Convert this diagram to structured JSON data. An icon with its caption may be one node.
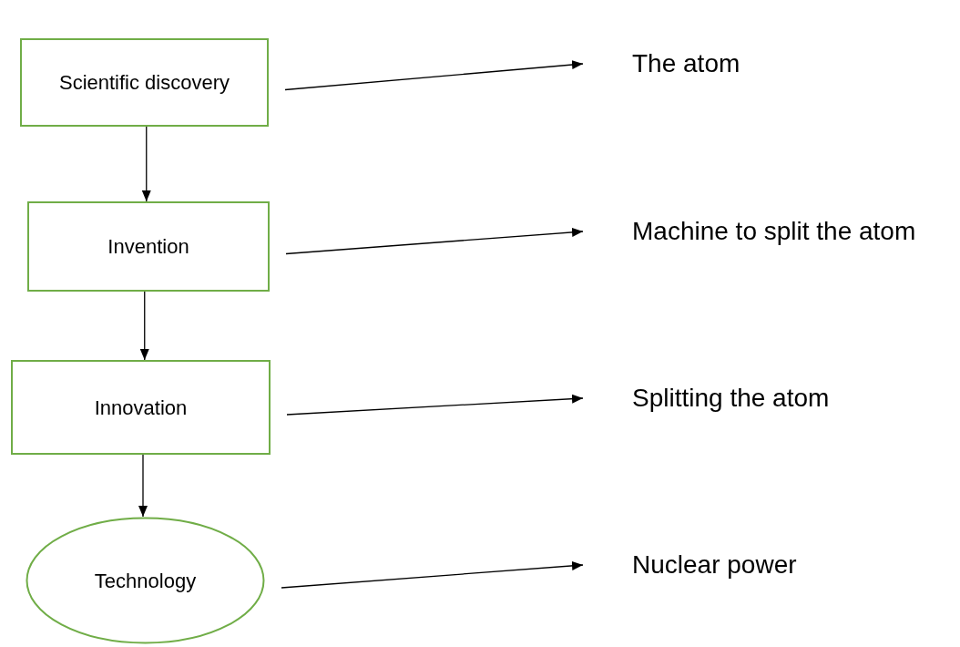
{
  "diagram": {
    "nodes": [
      {
        "text": [
          "Scientific discovery"
        ]
      },
      {
        "text": [
          "Invention"
        ]
      },
      {
        "text": [
          "Innovation"
        ]
      },
      {
        "text": [
          "Technology"
        ]
      },
      {
        "text": [
          "The atom"
        ]
      },
      {
        "text": [
          "Machine to split the atom"
        ]
      },
      {
        "text": [
          "Splitting the atom"
        ]
      },
      {
        "text": [
          "Nuclear power"
        ]
      }
    ],
    "edges": [
      {
        "from": 0,
        "to": 1,
        "arrow": "to"
      },
      {
        "from": 1,
        "to": 2,
        "arrow": "to"
      },
      {
        "from": 2,
        "to": 3,
        "arrow": "to"
      },
      {
        "from": 0,
        "to": 4,
        "arrow": "to"
      },
      {
        "from": 1,
        "to": 5,
        "arrow": "to"
      },
      {
        "from": 2,
        "to": 6,
        "arrow": "to"
      },
      {
        "from": 3,
        "to": 7,
        "arrow": "to"
      }
    ]
  }
}
